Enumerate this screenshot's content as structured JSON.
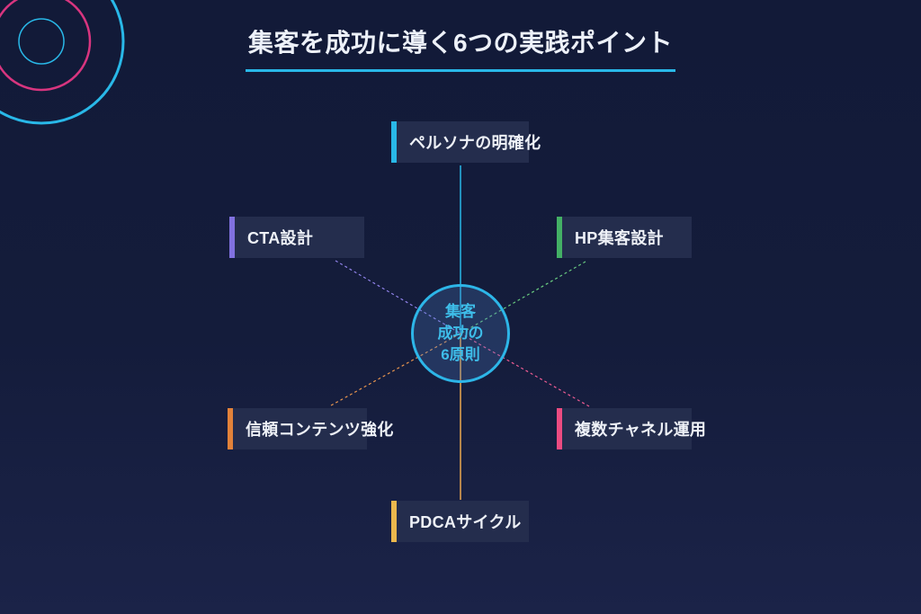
{
  "title": {
    "text": "集客を成功に導く6つの実践ポイント",
    "underline_color": "#29b8e8"
  },
  "center_node": {
    "lines": [
      "集客",
      "成功の",
      "6原則"
    ],
    "text_color": "#3ebde9",
    "border_color": "#2db6e8"
  },
  "nodes": [
    {
      "id": "persona",
      "label": "ペルソナの明確化",
      "accent_color": "#29b8e8",
      "line_color": "#29b8e8"
    },
    {
      "id": "hp",
      "label": "HP集客設計",
      "accent_color": "#43b065",
      "line_color": "#69cc80"
    },
    {
      "id": "multi-channel",
      "label": "複数チャネル運用",
      "accent_color": "#ec4b81",
      "line_color": "#ee5c93"
    },
    {
      "id": "pdca",
      "label": "PDCAサイクル",
      "accent_color": "#ecb84d",
      "line_color": "#eca84f"
    },
    {
      "id": "trust",
      "label": "信頼コンテンツ強化",
      "accent_color": "#e2823a",
      "line_color": "#e9954e"
    },
    {
      "id": "cta",
      "label": "CTA設計",
      "accent_color": "#8171e0",
      "line_color": "#9183ea"
    }
  ],
  "decoration": {
    "inner_circle_color": "#29b8e8",
    "middle_circle_color": "#d8357f",
    "outer_circle_color": "#29b8e8"
  }
}
